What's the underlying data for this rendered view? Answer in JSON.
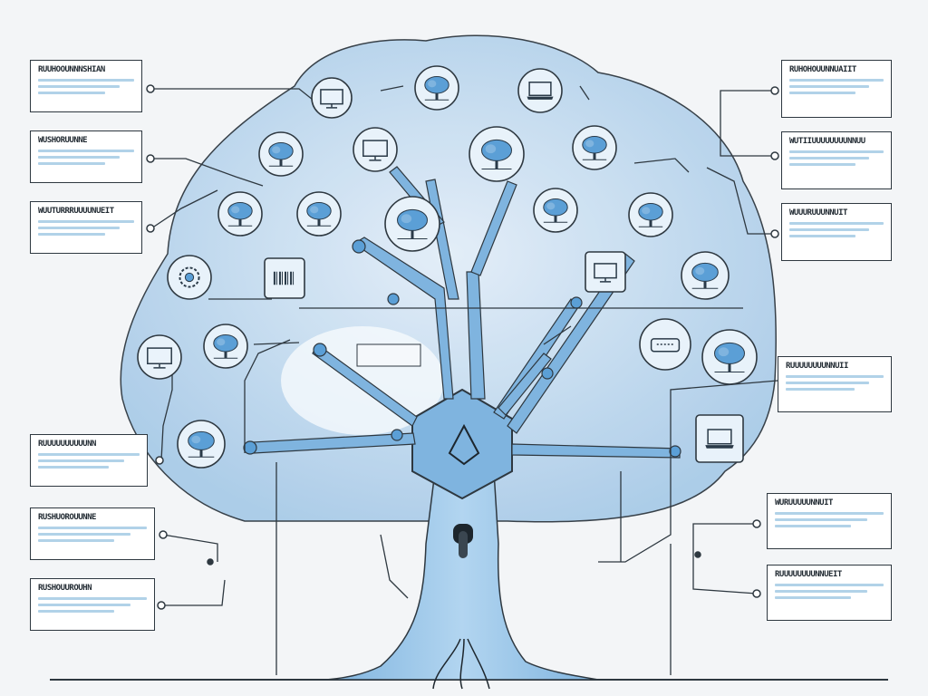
{
  "colors": {
    "background": "#f3f5f7",
    "canopy_fill": "#c9def0",
    "trunk_fill": "#8fbfe6",
    "line_stroke": "#2e3840",
    "node_fill": "#e8f2fa",
    "accent": "#5b9fd6"
  },
  "labels": {
    "left": [
      {
        "title": "RUUHOOUNNNSHIAN",
        "lines": 3
      },
      {
        "title": "WUSHORUUNNE",
        "lines": 3
      },
      {
        "title": "WUUTURRRUUUUNUEIT",
        "lines": 3
      },
      {
        "title": "RUUUUUUUUUUNN",
        "lines": 3
      },
      {
        "title": "RUSHUOROUUNNE",
        "lines": 3
      },
      {
        "title": "RUSHOUUROUHN",
        "lines": 3
      }
    ],
    "right": [
      {
        "title": "RUHOHOUUNNUAIIT",
        "lines": 3
      },
      {
        "title": "WUTIIUUUUUUUUNNUU",
        "lines": 3
      },
      {
        "title": "WUUURUUUNNUIT",
        "lines": 3
      },
      {
        "title": "RUUUUUUUUNNUII",
        "lines": 3
      },
      {
        "title": "WURUUUUUNNUIT",
        "lines": 3
      },
      {
        "title": "RUUUUUUUUNNUEIT",
        "lines": 3
      }
    ]
  },
  "icons": [
    "monitor-icon",
    "tree-icon",
    "laptop-icon",
    "tree-icon",
    "monitor-icon",
    "tree-icon",
    "tree-icon",
    "tree-icon",
    "tree-icon",
    "tree-icon",
    "tree-icon",
    "tree-icon",
    "gear-icon",
    "barcode-icon",
    "monitor-icon",
    "tree-icon",
    "monitor-icon",
    "tree-icon",
    "tree-icon",
    "router-icon",
    "tree-icon",
    "tree-icon",
    "laptop-icon"
  ]
}
